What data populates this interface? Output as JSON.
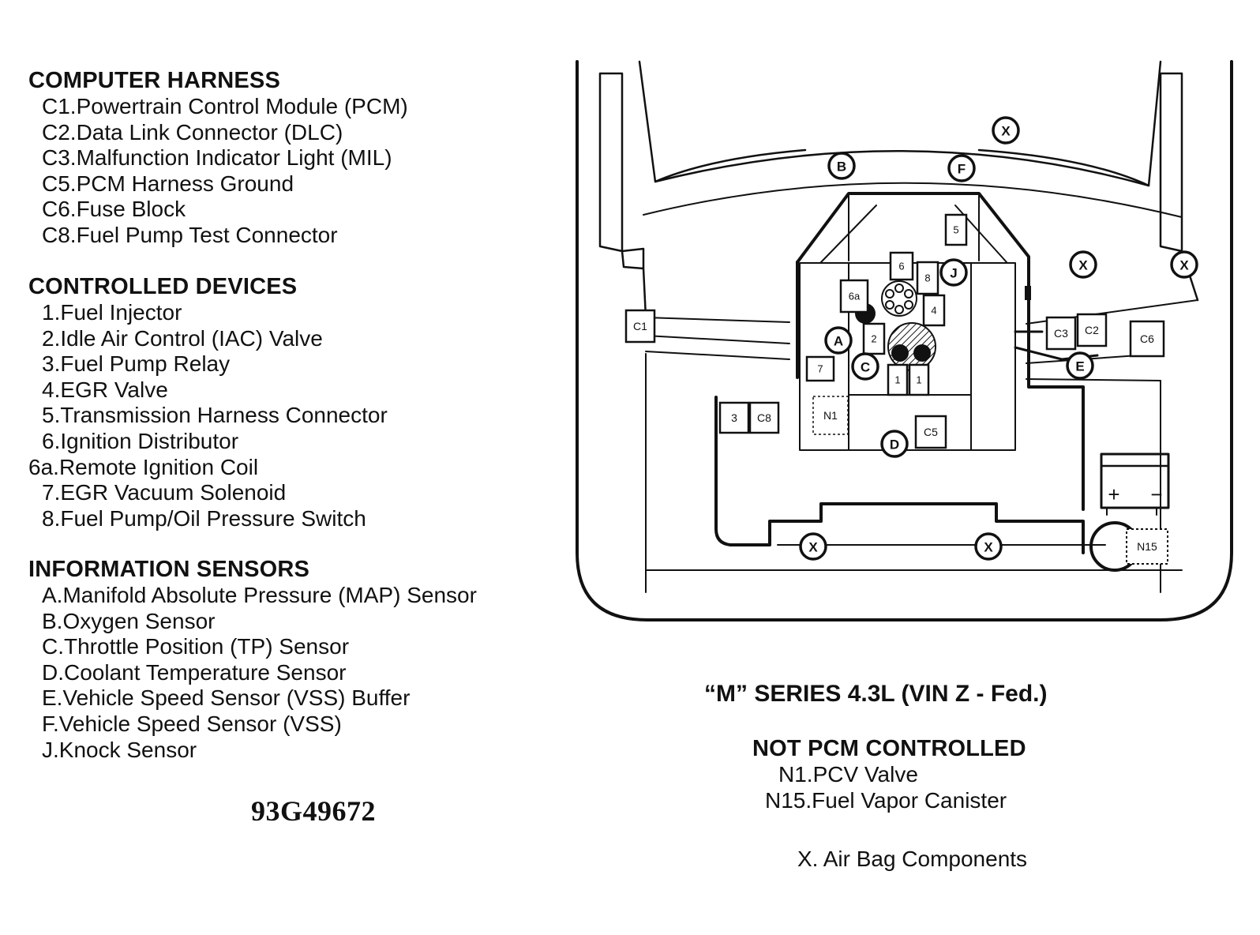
{
  "legend": {
    "computer_harness": {
      "heading": "COMPUTER HARNESS",
      "items": [
        {
          "code": "C1.",
          "text": "Powertrain Control Module (PCM)"
        },
        {
          "code": "C2.",
          "text": "Data Link Connector (DLC)"
        },
        {
          "code": "C3.",
          "text": "Malfunction Indicator Light (MIL)"
        },
        {
          "code": "C5.",
          "text": "PCM Harness Ground"
        },
        {
          "code": "C6.",
          "text": "Fuse Block"
        },
        {
          "code": "C8.",
          "text": "Fuel Pump Test Connector"
        }
      ]
    },
    "controlled_devices": {
      "heading": "CONTROLLED DEVICES",
      "items": [
        {
          "code": "1.",
          "text": "Fuel Injector"
        },
        {
          "code": "2.",
          "text": "Idle Air Control (IAC) Valve"
        },
        {
          "code": "3.",
          "text": "Fuel Pump Relay"
        },
        {
          "code": "4.",
          "text": "EGR Valve"
        },
        {
          "code": "5.",
          "text": "Transmission Harness Connector"
        },
        {
          "code": "6.",
          "text": "Ignition Distributor"
        },
        {
          "code": "6a.",
          "text": "Remote Ignition Coil"
        },
        {
          "code": "7.",
          "text": "EGR Vacuum Solenoid"
        },
        {
          "code": "8.",
          "text": "Fuel Pump/Oil Pressure Switch"
        }
      ]
    },
    "information_sensors": {
      "heading": "INFORMATION SENSORS",
      "items": [
        {
          "code": "A.",
          "text": "Manifold Absolute Pressure (MAP) Sensor"
        },
        {
          "code": "B.",
          "text": "Oxygen Sensor"
        },
        {
          "code": "C.",
          "text": "Throttle Position (TP) Sensor"
        },
        {
          "code": "D.",
          "text": "Coolant Temperature Sensor"
        },
        {
          "code": "E.",
          "text": "Vehicle Speed Sensor (VSS) Buffer"
        },
        {
          "code": "F.",
          "text": "Vehicle Speed Sensor (VSS)"
        },
        {
          "code": "J.",
          "text": "Knock Sensor"
        }
      ]
    },
    "figure_number": "93G49672"
  },
  "right_text": {
    "series_title": "“M” SERIES 4.3L (VIN Z  -  Fed.)",
    "not_pcm": {
      "heading": "NOT PCM CONTROLLED",
      "items": [
        {
          "code": "N1.",
          "text": "PCV Valve"
        },
        {
          "code": "N15.",
          "text": "Fuel Vapor Canister"
        }
      ]
    },
    "airbag": "X. Air Bag Components"
  },
  "diagram": {
    "circle_labels": {
      "B": "B",
      "F": "F",
      "X": "X",
      "J": "J",
      "A": "A",
      "C": "C",
      "D": "D",
      "E": "E"
    },
    "box_labels": {
      "c1": "C1",
      "c2": "C2",
      "c3": "C3",
      "c5": "C5",
      "c6": "C6",
      "c8": "C8",
      "n1": "N1",
      "n15": "N15",
      "d1": "1",
      "d2": "2",
      "d3": "3",
      "d4": "4",
      "d5": "5",
      "d6": "6",
      "d6a": "6a",
      "d7": "7",
      "d8": "8"
    },
    "battery_plus": "+",
    "battery_minus": "−"
  }
}
